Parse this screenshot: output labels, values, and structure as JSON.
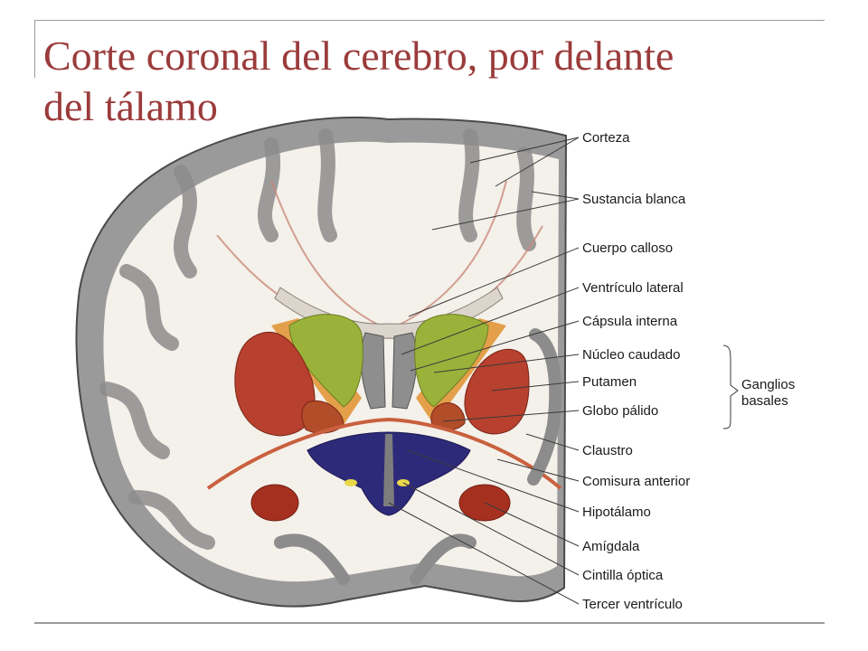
{
  "slide": {
    "title_line1": "Corte coronal del cerebro, por delante",
    "title_line2": "del tálamo"
  },
  "labels": {
    "corteza": "Corteza",
    "sustancia_blanca": "Sustancia blanca",
    "cuerpo_calloso": "Cuerpo calloso",
    "ventriculo_lateral": "Ventrículo lateral",
    "capsula_interna": "Cápsula interna",
    "nucleo_caudado": "Núcleo caudado",
    "putamen": "Putamen",
    "globo_palido": "Globo pálido",
    "ganglios_line1": "Ganglios",
    "ganglios_line2": "basales",
    "claustro": "Claustro",
    "comisura_anterior": "Comisura anterior",
    "hipotalamo": "Hipotálamo",
    "amigdala": "Amígdala",
    "cintilla_optica": "Cintilla óptica",
    "tercer_ventriculo": "Tercer ventrículo"
  },
  "colors": {
    "title": "#9b3b3b",
    "cortex_gray": "#9a9a9a",
    "white_matter": "#f4f0ea",
    "caudate": "#9bb23a",
    "putamen": "#b8402e",
    "globus": "#b24d2a",
    "internal_capsule": "#e0902e",
    "hypothalamus": "#2e2a7a",
    "amygdala": "#a6301f"
  }
}
